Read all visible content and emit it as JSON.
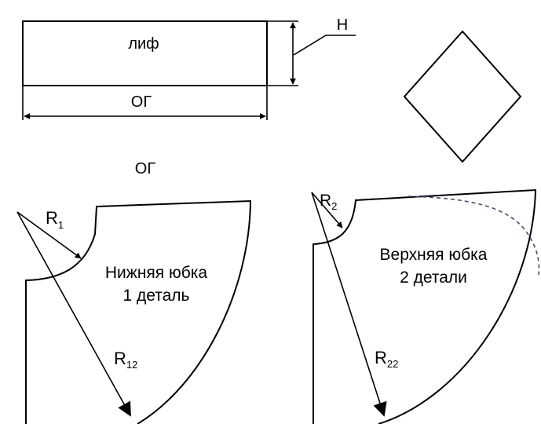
{
  "colors": {
    "ink": "#000000",
    "dashed_guide": "#4a4f6a",
    "background": "#ffffff"
  },
  "bodice": {
    "label": "лиф",
    "width_label": "ОГ",
    "height_label": "Н"
  },
  "waist_label": "ОГ",
  "lower_skirt": {
    "title": "Нижняя юбка",
    "count": "1 деталь",
    "inner_radius_symbol": "R",
    "inner_radius_subscript": "1",
    "outer_radius_symbol": "R",
    "outer_radius_subscript": "12"
  },
  "upper_skirt": {
    "title": "Верхняя юбка",
    "count": "2 детали",
    "inner_radius_symbol": "R",
    "inner_radius_subscript": "2",
    "outer_radius_symbol": "R",
    "outer_radius_subscript": "22"
  }
}
